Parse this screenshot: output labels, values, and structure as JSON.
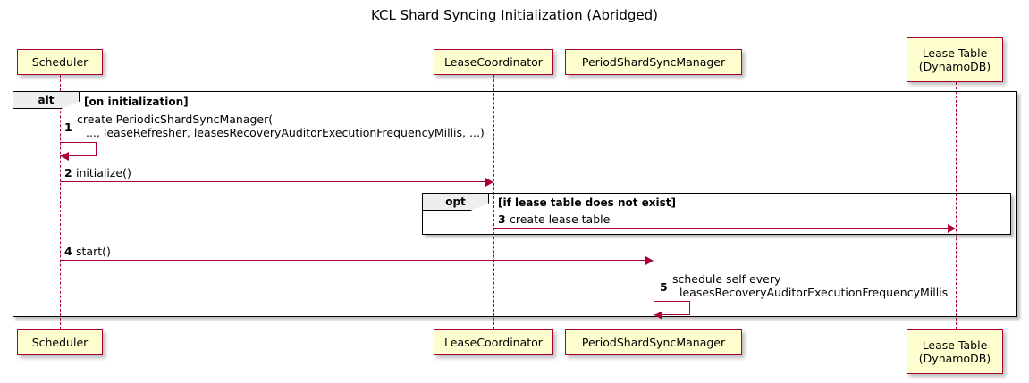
{
  "title": "KCL Shard Syncing Initialization (Abridged)",
  "theme": {
    "participant_fill": "#FEFECE",
    "participant_border": "#A80036",
    "lifeline_color": "#A80036",
    "arrow_color": "#A80036",
    "fragment_border": "#000000",
    "fragment_tab_fill": "#EEEEEE",
    "background": "#FFFFFF"
  },
  "participants": [
    {
      "id": "scheduler",
      "label_line1": "Scheduler",
      "label_line2": ""
    },
    {
      "id": "coordinator",
      "label_line1": "LeaseCoordinator",
      "label_line2": ""
    },
    {
      "id": "syncmanager",
      "label_line1": "PeriodShardSyncManager",
      "label_line2": ""
    },
    {
      "id": "leasetable",
      "label_line1": "Lease Table",
      "label_line2": "(DynamoDB)"
    }
  ],
  "fragments": [
    {
      "id": "alt",
      "keyword": "alt",
      "condition": "[on initialization]"
    },
    {
      "id": "opt",
      "keyword": "opt",
      "condition": "[if lease table does not exist]"
    }
  ],
  "messages": [
    {
      "number": "1",
      "from": "Scheduler",
      "to": "Scheduler",
      "kind": "self",
      "text_line1": "create PeriodicShardSyncManager(",
      "text_line2": "..., leaseRefresher, leasesRecoveryAuditorExecutionFrequencyMillis, ...)"
    },
    {
      "number": "2",
      "from": "Scheduler",
      "to": "LeaseCoordinator",
      "kind": "call",
      "text_line1": "initialize()",
      "text_line2": ""
    },
    {
      "number": "3",
      "from": "LeaseCoordinator",
      "to": "Lease Table (DynamoDB)",
      "kind": "call",
      "text_line1": "create lease table",
      "text_line2": ""
    },
    {
      "number": "4",
      "from": "Scheduler",
      "to": "PeriodShardSyncManager",
      "kind": "call",
      "text_line1": "start()",
      "text_line2": ""
    },
    {
      "number": "5",
      "from": "PeriodShardSyncManager",
      "to": "PeriodShardSyncManager",
      "kind": "self",
      "text_line1": "schedule self every",
      "text_line2": "leasesRecoveryAuditorExecutionFrequencyMillis"
    }
  ]
}
